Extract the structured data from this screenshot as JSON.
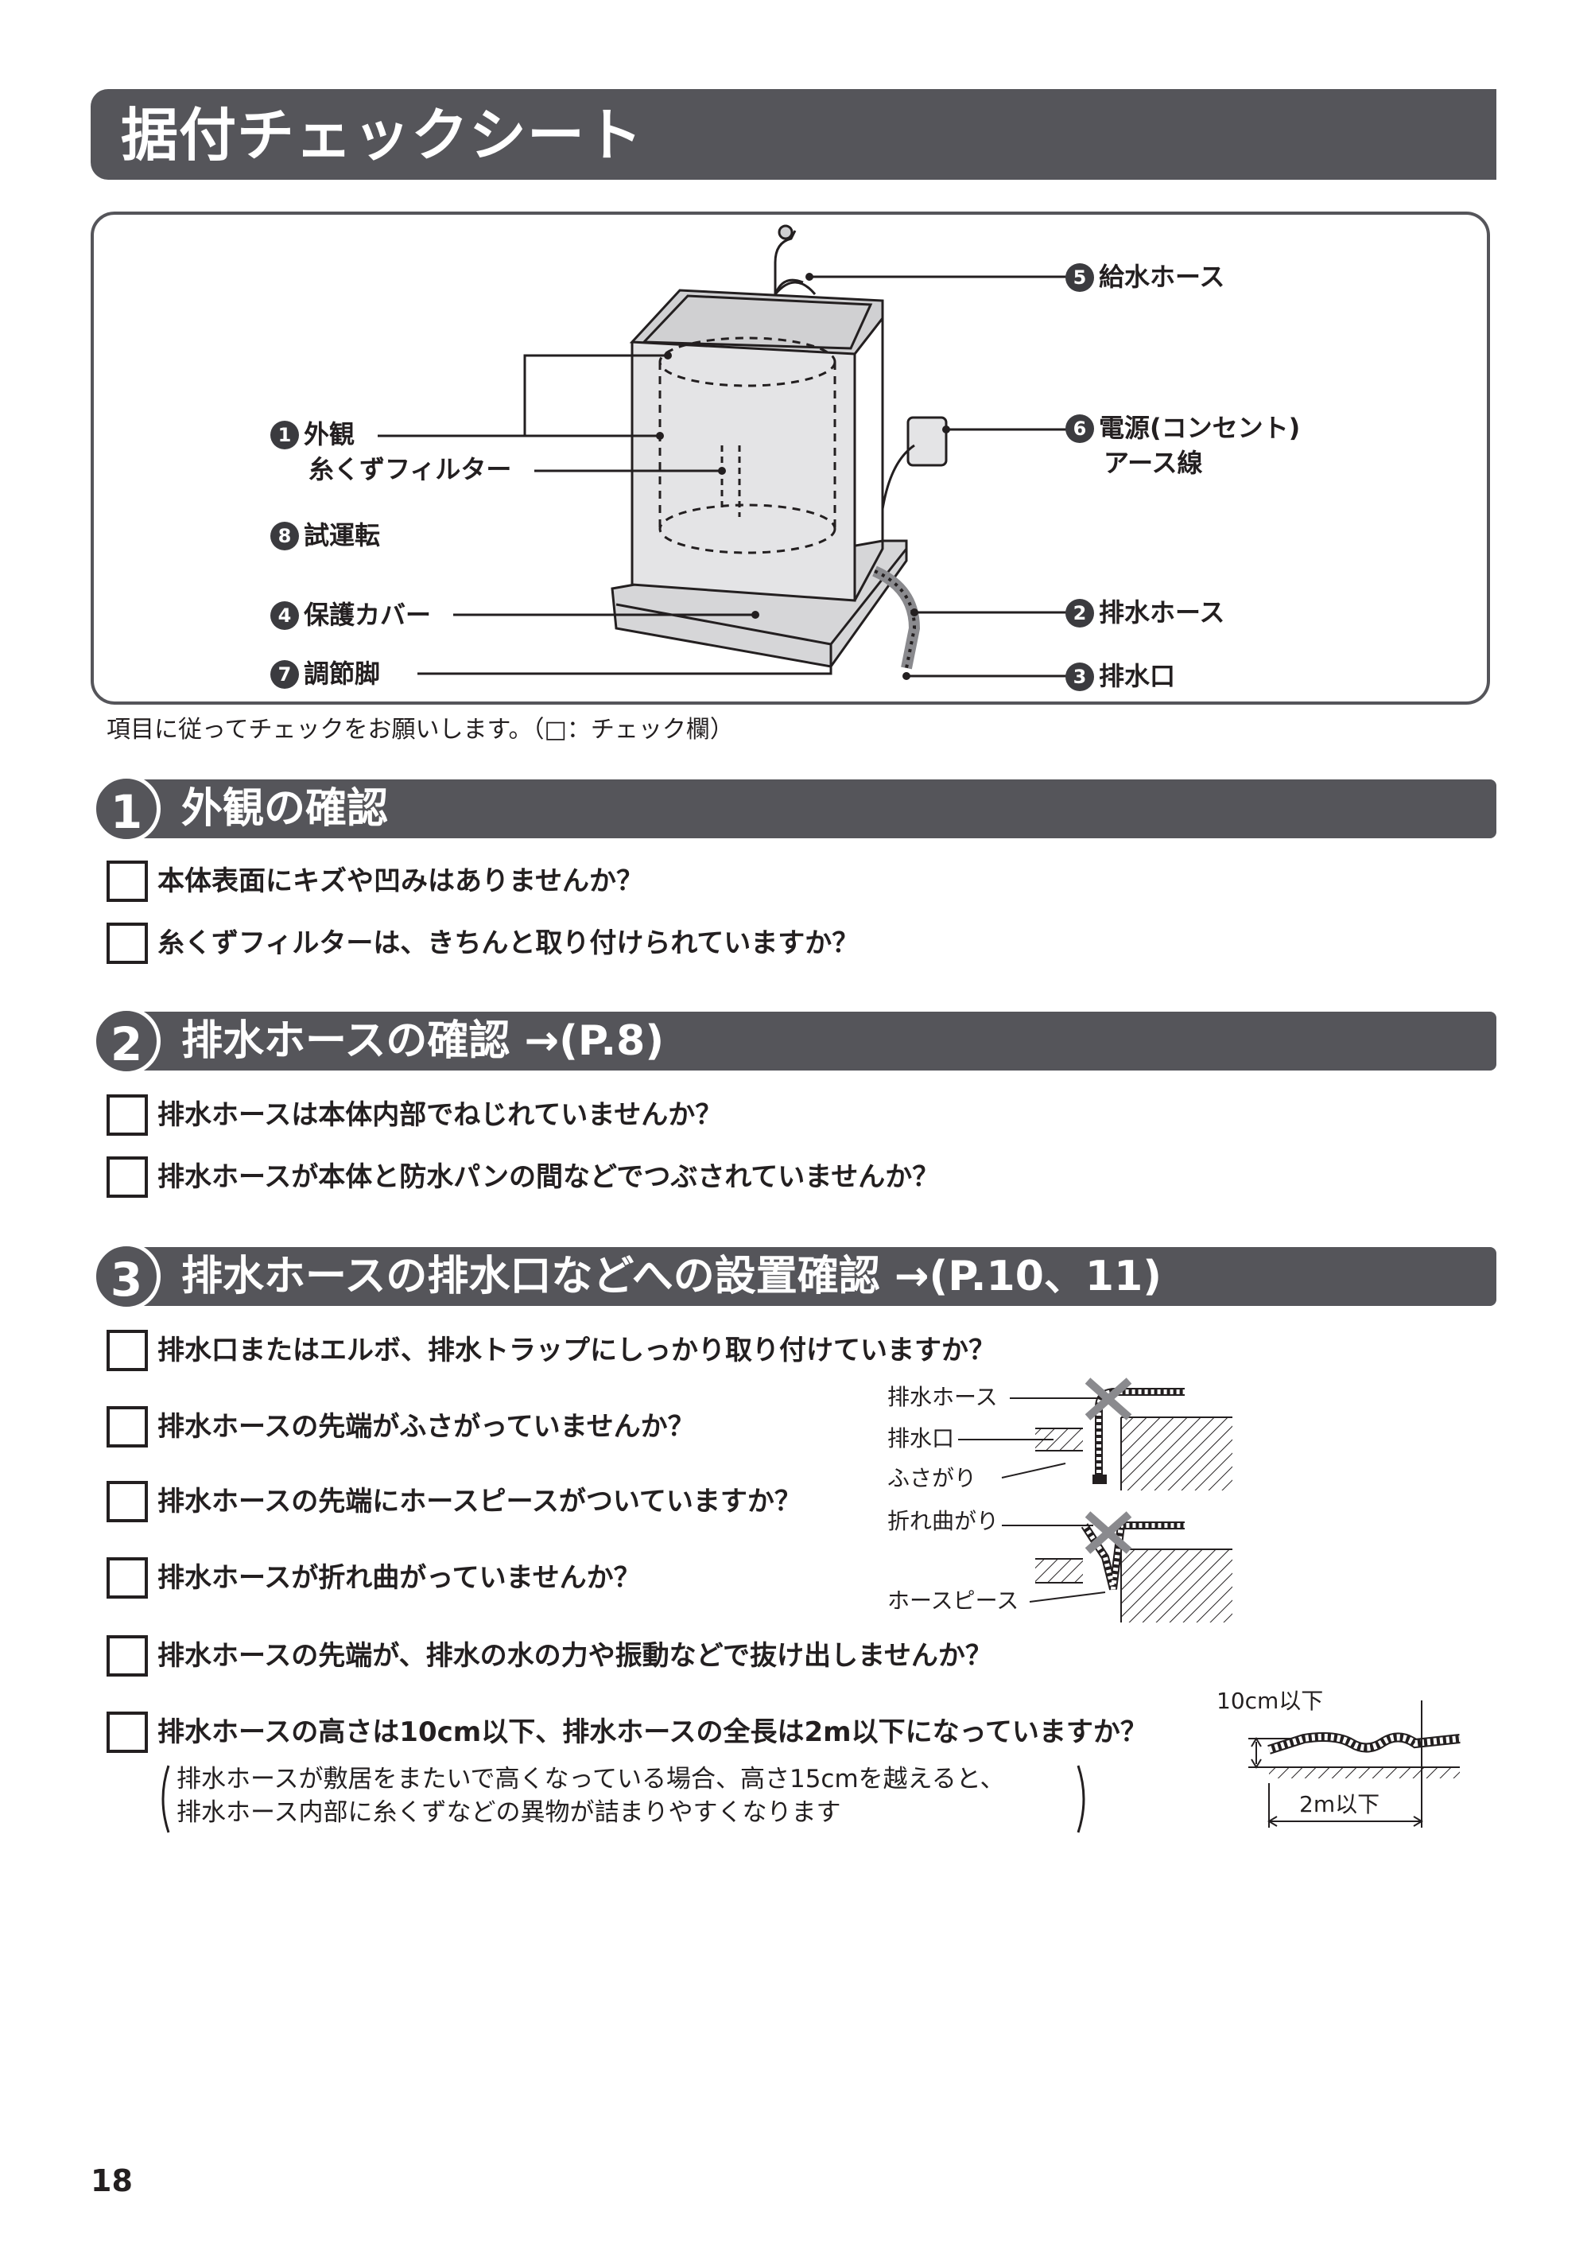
{
  "page_title": "据付チェックシート",
  "diagram": {
    "labels": [
      {
        "num": "1",
        "text": "外観"
      },
      {
        "num": "",
        "text": "糸くずフィルター"
      },
      {
        "num": "8",
        "text": "試運転"
      },
      {
        "num": "4",
        "text": "保護カバー"
      },
      {
        "num": "7",
        "text": "調節脚"
      },
      {
        "num": "5",
        "text": "給水ホース"
      },
      {
        "num": "6",
        "text": "電源(コンセント)"
      },
      {
        "num": "",
        "text": "アース線"
      },
      {
        "num": "2",
        "text": "排水ホース"
      },
      {
        "num": "3",
        "text": "排水口"
      }
    ]
  },
  "caption": "項目に従ってチェックをお願いします。（□：チェック欄）",
  "sections": [
    {
      "num": "1",
      "title": "外観の確認",
      "items": [
        "本体表面にキズや凹みはありませんか？",
        "糸くずフィルターは、きちんと取り付けられていますか？"
      ]
    },
    {
      "num": "2",
      "title": "排水ホースの確認 →(P.8)",
      "items": [
        "排水ホースは本体内部でねじれていませんか？",
        "排水ホースが本体と防水パンの間などでつぶされていませんか？"
      ]
    },
    {
      "num": "3",
      "title": "排水ホースの排水口などへの設置確認 →(P.10、11)",
      "items": [
        "排水口またはエルボ、排水トラップにしっかり取り付けていますか？",
        "排水ホースの先端がふさがっていませんか？",
        "排水ホースの先端にホースピースがついていますか？",
        "排水ホースが折れ曲がっていませんか？",
        "排水ホースの先端が、排水の水の力や振動などで抜け出しませんか？",
        "排水ホースの高さは10cm以下、排水ホースの全長は2m以下になっていますか？"
      ],
      "note_lines": [
        "排水ホースが敷居をまたいで高くなっている場合、高さ15cmを越えると、",
        "排水ホース内部に糸くずなどの異物が詰まりやすくなります"
      ]
    }
  ],
  "small_diagrams": {
    "blocked": [
      "排水ホース",
      "排水口",
      "ふさがり"
    ],
    "bent": [
      "折れ曲がり",
      "ホースピース"
    ],
    "height": [
      "10cm以下",
      "2m以下"
    ]
  },
  "page_number": "18"
}
